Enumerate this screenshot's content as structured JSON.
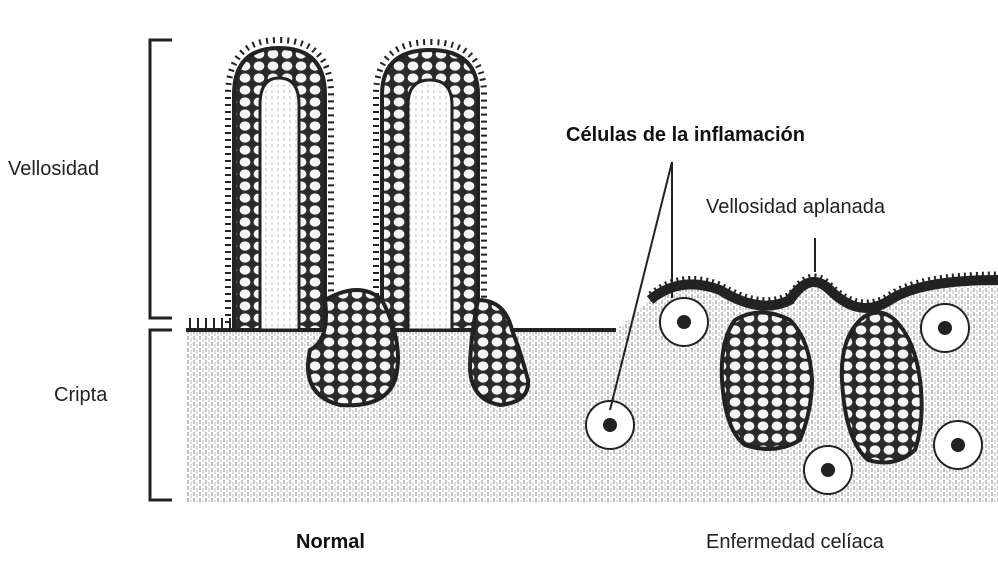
{
  "labels": {
    "villus": "Vellosidad",
    "crypt": "Cripta",
    "inflammation_cells": "Células de la inflamación",
    "flattened_villus": "Vellosidad aplanada",
    "normal": "Normal",
    "celiac": "Enfermedad celíaca"
  },
  "colors": {
    "ink": "#222222",
    "tissue": "#ffffff",
    "cell_fill": "#f4f4f4",
    "stroma_hatch": "#9a9a9a",
    "background": "#ffffff"
  }
}
